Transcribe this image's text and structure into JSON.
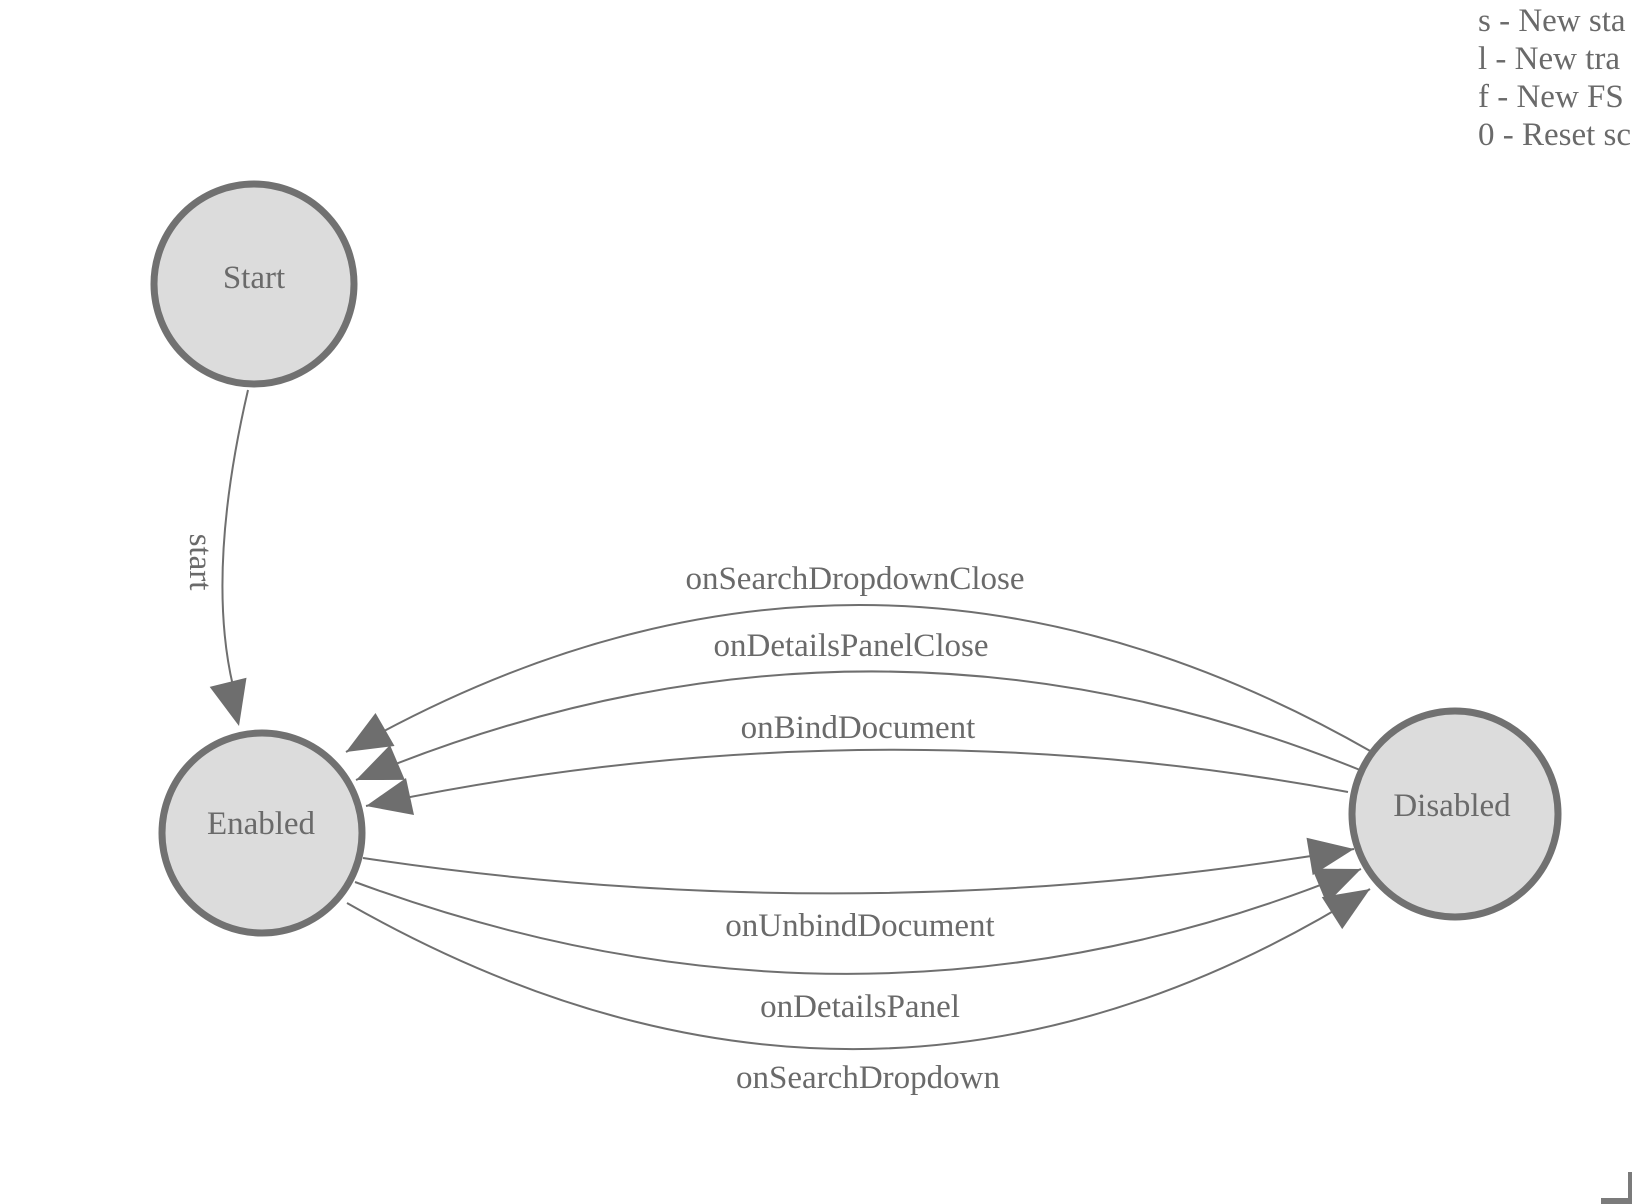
{
  "legend": {
    "items": [
      "s - New sta",
      "l - New tra",
      "f - New FS",
      "0 - Reset sc"
    ]
  },
  "diagram": {
    "nodes": [
      {
        "id": "start",
        "label": "Start"
      },
      {
        "id": "enabled",
        "label": "Enabled"
      },
      {
        "id": "disabled",
        "label": "Disabled"
      }
    ],
    "edges": [
      {
        "label": "start",
        "from": "Start",
        "to": "Enabled"
      },
      {
        "label": "onSearchDropdownClose",
        "from": "Disabled",
        "to": "Enabled"
      },
      {
        "label": "onDetailsPanelClose",
        "from": "Disabled",
        "to": "Enabled"
      },
      {
        "label": "onBindDocument",
        "from": "Disabled",
        "to": "Enabled"
      },
      {
        "label": "onUnbindDocument",
        "from": "Enabled",
        "to": "Disabled"
      },
      {
        "label": "onDetailsPanel",
        "from": "Enabled",
        "to": "Disabled"
      },
      {
        "label": "onSearchDropdown",
        "from": "Enabled",
        "to": "Disabled"
      }
    ],
    "colors": {
      "node_fill": "#dcdcdc",
      "node_stroke": "#717171",
      "edge_color": "#6f6f6f",
      "arrow_color": "#6e6e6e",
      "text_color": "#6a6a6a"
    }
  }
}
